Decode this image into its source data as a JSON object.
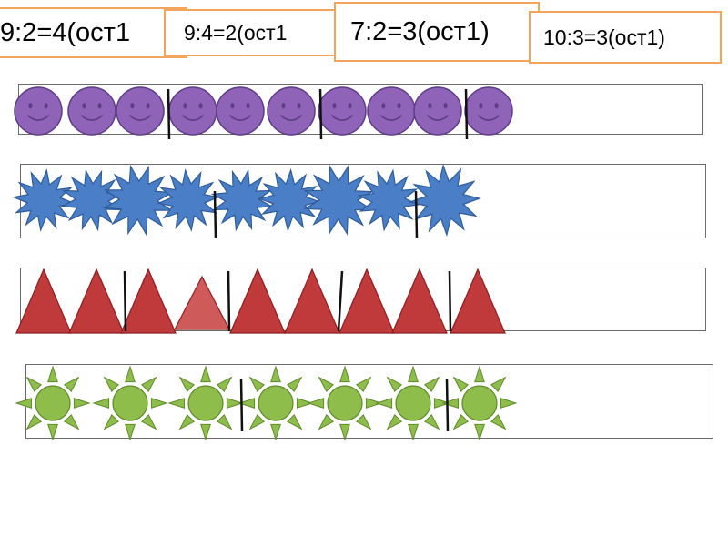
{
  "equations": [
    {
      "text": "9:2=4(ост1"
    },
    {
      "text": "9:4=2(ост1"
    },
    {
      "text": "7:2=3(ост1)"
    },
    {
      "text": "10:3=3(ост1)"
    }
  ],
  "rows": [
    {
      "shape": "smiley",
      "count": 10,
      "dividers_after": [
        3,
        6,
        9
      ],
      "fill": "#8e63b8",
      "stroke": "#5e3d86"
    },
    {
      "shape": "star-burst",
      "count": 9,
      "dividers_after": [
        4,
        8
      ],
      "fill": "#4a7ec7",
      "stroke": "#2f5c98"
    },
    {
      "shape": "triangle",
      "count": 9,
      "dividers_after": [
        2,
        4,
        6,
        8
      ],
      "fill": "#c0393b",
      "stroke": "#8a1f22",
      "highlight_index": 3,
      "highlight_fill": "#cf5a5a"
    },
    {
      "shape": "sun",
      "count": 7,
      "dividers_after": [
        3,
        6
      ],
      "fill": "#8fbd4c",
      "stroke": "#5f8a2a"
    }
  ]
}
